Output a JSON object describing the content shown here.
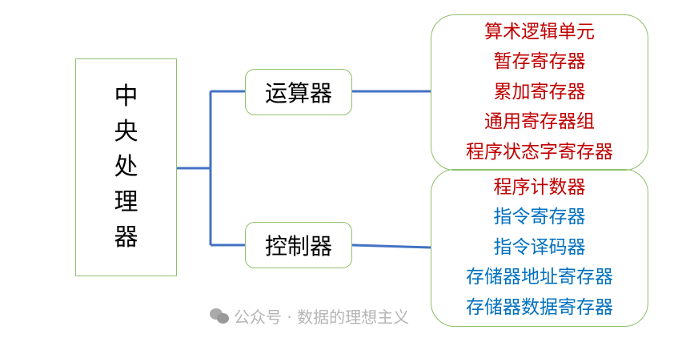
{
  "root": {
    "label": [
      "中",
      "央",
      "处",
      "理",
      "器"
    ]
  },
  "branches": [
    {
      "label": "运算器",
      "items": [
        {
          "text": "算术逻辑单元",
          "color": "red"
        },
        {
          "text": "暂存寄存器",
          "color": "red"
        },
        {
          "text": "累加寄存器",
          "color": "red"
        },
        {
          "text": "通用寄存器组",
          "color": "red"
        },
        {
          "text": "程序状态字寄存器",
          "color": "red"
        }
      ]
    },
    {
      "label": "控制器",
      "items": [
        {
          "text": "程序计数器",
          "color": "red"
        },
        {
          "text": "指令寄存器",
          "color": "blue"
        },
        {
          "text": "指令译码器",
          "color": "blue"
        },
        {
          "text": "存储器地址寄存器",
          "color": "blue"
        },
        {
          "text": "存储器数据寄存器",
          "color": "blue"
        }
      ]
    }
  ],
  "colors": {
    "red": "#c00000",
    "blue": "#0070c0",
    "line": "#4472c4",
    "border": "#8fc06a"
  },
  "watermark": "公众号 · 数据的理想主义"
}
